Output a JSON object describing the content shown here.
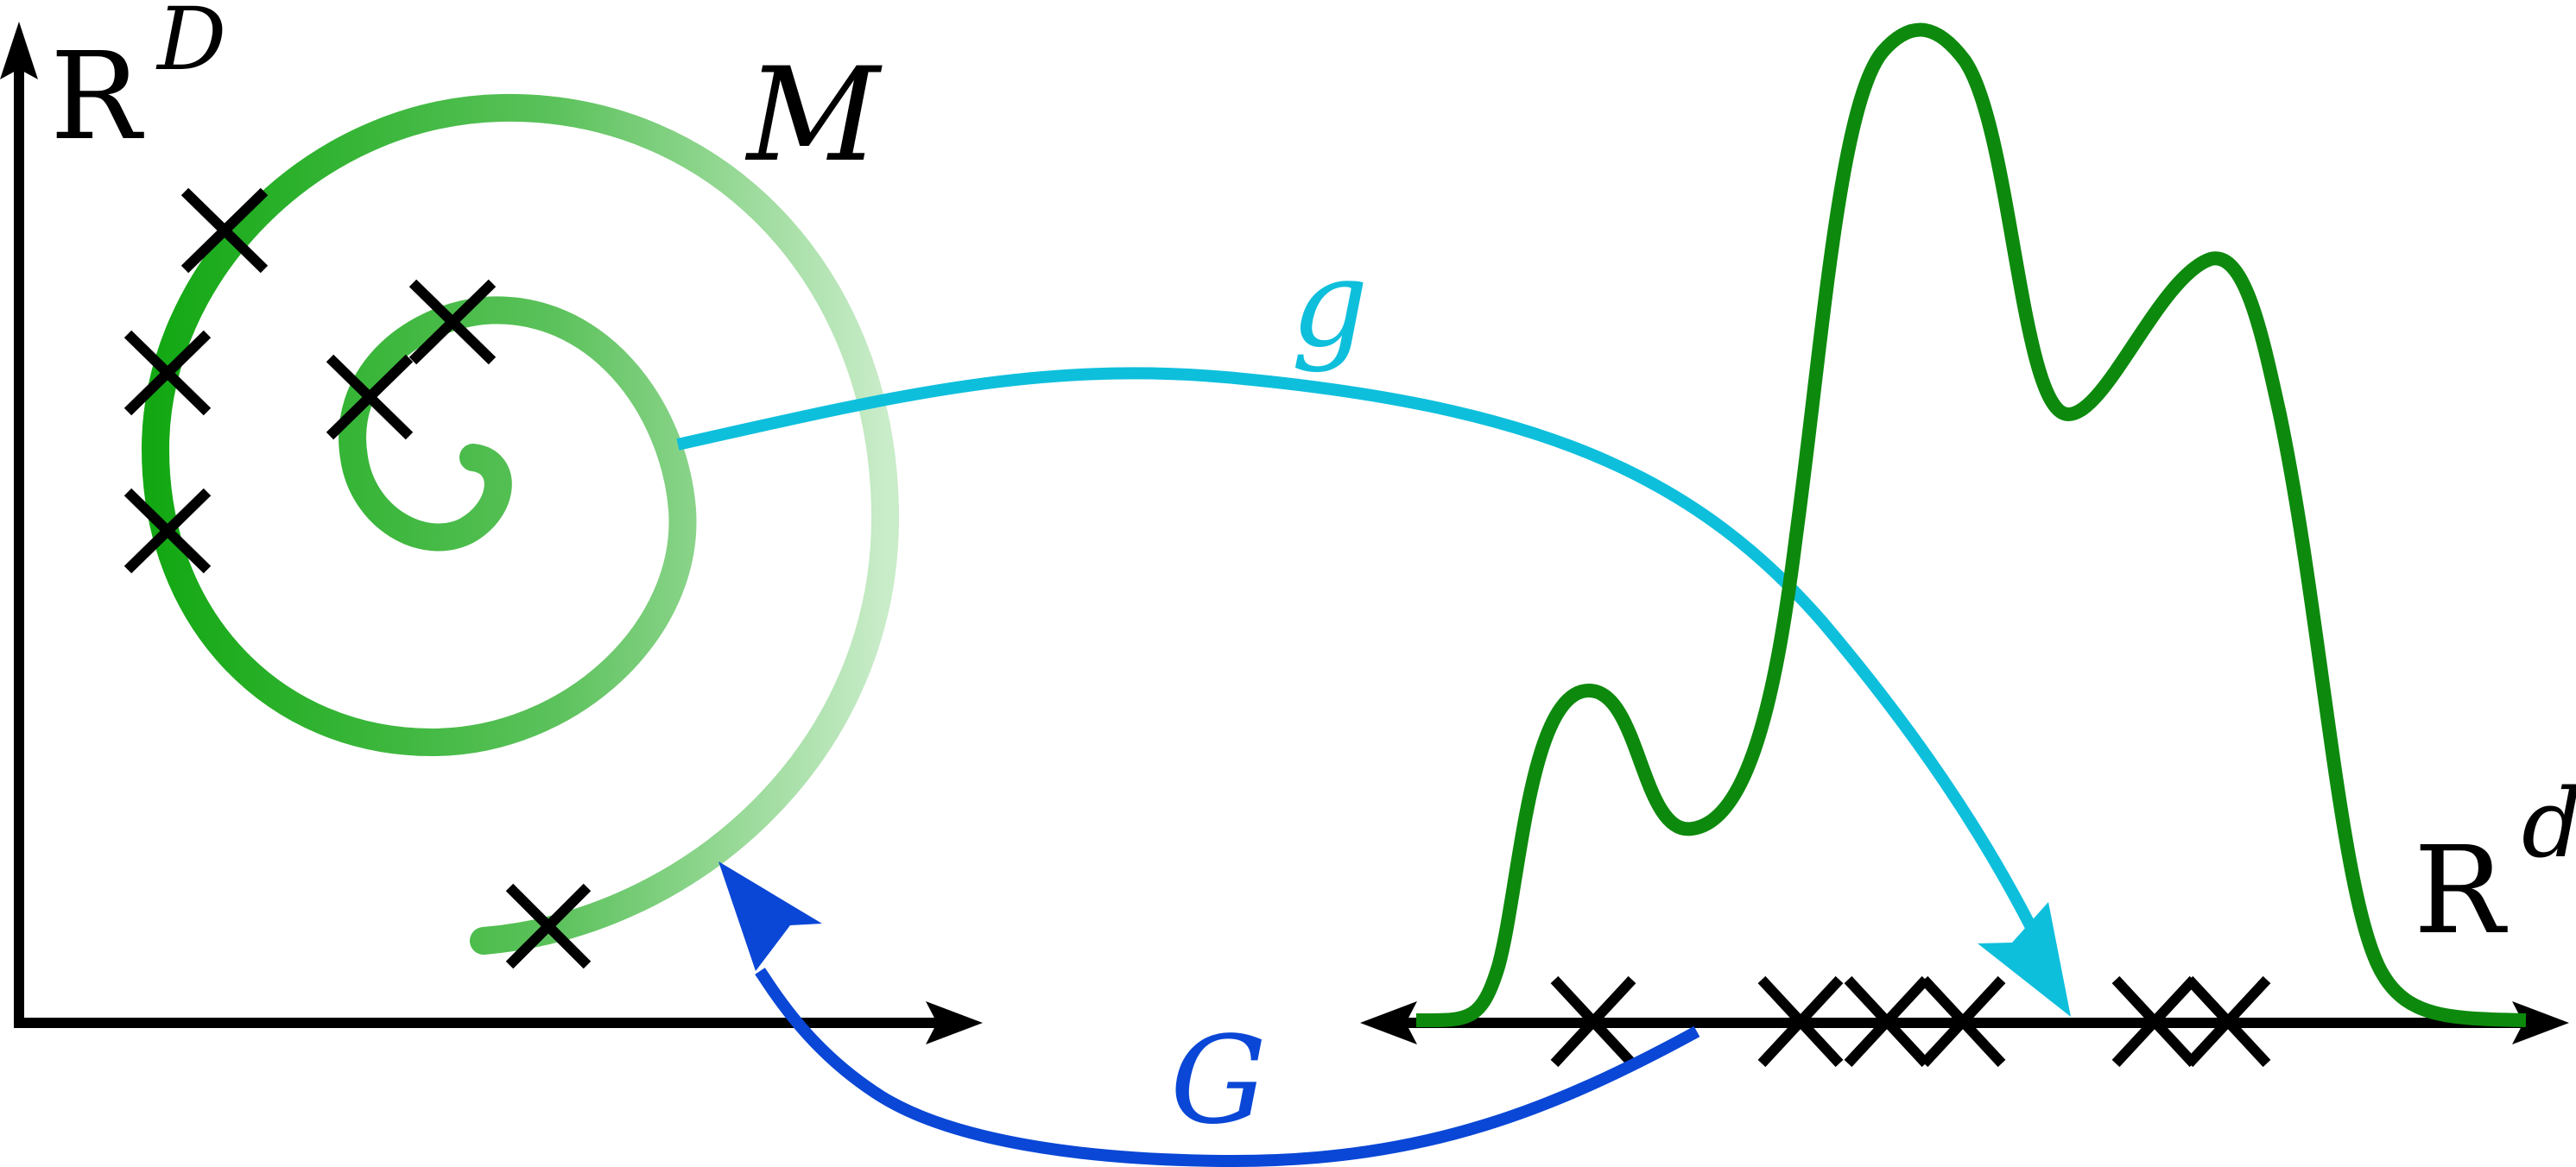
{
  "labels": {
    "ambient_space": "R",
    "ambient_dim": "D",
    "manifold": "M",
    "encoder": "g",
    "decoder": "G",
    "latent_space": "R",
    "latent_dim": "d"
  },
  "colors": {
    "axes": "#000000",
    "manifold_dark": "#13a813",
    "manifold_light": "#c9ecc9",
    "density": "#0d8a0d",
    "encoder_arrow": "#0ebfdc",
    "decoder_arrow": "#0a47d6",
    "samples": "#000000"
  },
  "icons": {
    "sample_marker": "cross-icon",
    "axis_head": "arrowhead-icon"
  }
}
